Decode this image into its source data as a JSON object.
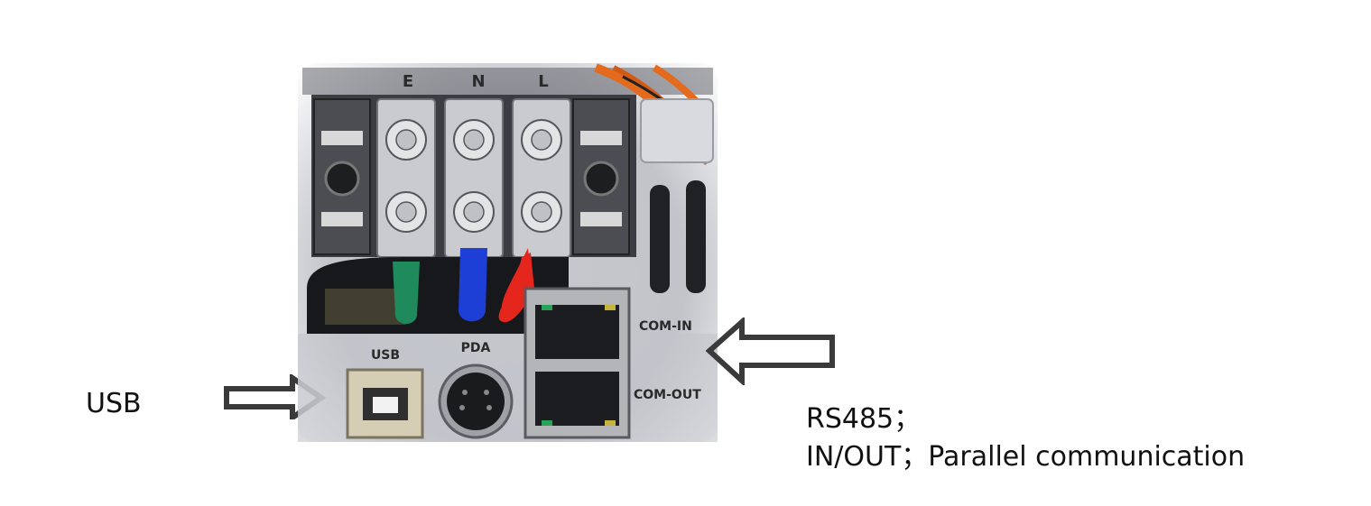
{
  "labels": {
    "usb": "USB",
    "rs485_line1": "RS485；",
    "rs485_line2": "IN/OUT；Parallel communication"
  },
  "photo": {
    "terminal_letters": [
      "E",
      "N",
      "L"
    ],
    "port_labels": {
      "usb": "USB",
      "pda": "PDA",
      "com_in": "COM-IN",
      "com_out": "COM-OUT"
    }
  },
  "icons": {
    "usb_arrow": "arrow-right-outline-icon",
    "rs485_arrow": "arrow-left-outline-icon"
  },
  "colors": {
    "wire_earth": "#1f8a5b",
    "wire_neutral": "#1d3fd6",
    "wire_live": "#e5261c",
    "arrow_stroke": "#3a3a3a"
  }
}
